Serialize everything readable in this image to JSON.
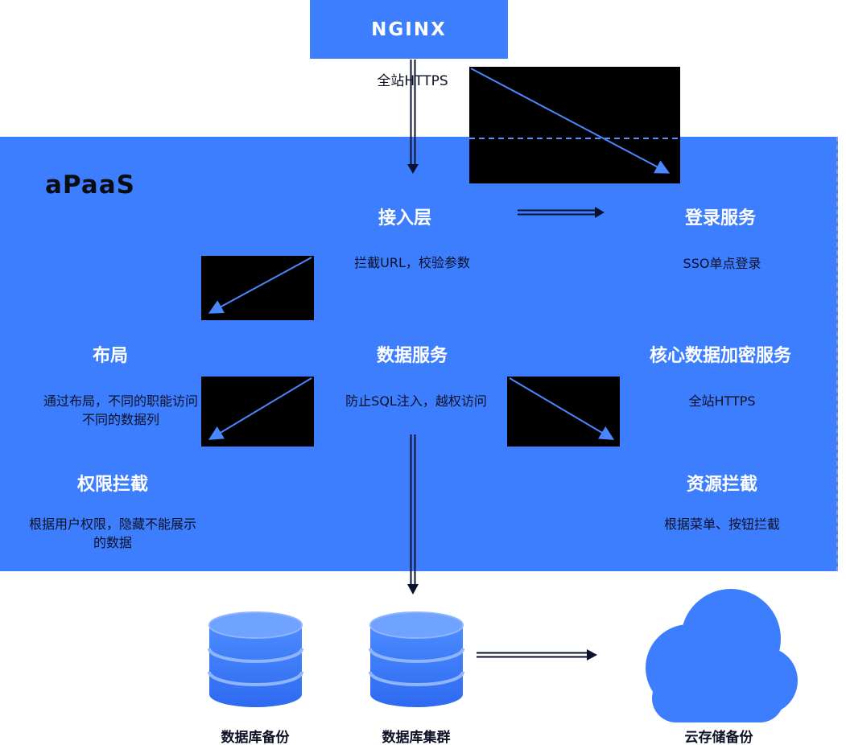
{
  "colors": {
    "primary_blue": "#3D7EFF",
    "dark_line": "#0B1230",
    "diagonal_blue": "#4A87FF",
    "heading_white": "#FFFFFF",
    "desc_dark": "#0D1126"
  },
  "top": {
    "nginx_label": "NGINX",
    "https_label": "全站HTTPS"
  },
  "panel": {
    "title": "aPaaS"
  },
  "nodes": {
    "access_layer": {
      "title": "接入层",
      "desc": "拦截URL，校验参数"
    },
    "login_service": {
      "title": "登录服务",
      "desc": "SSO单点登录"
    },
    "layout": {
      "title": "布局",
      "desc": "通过布局，不同的职能访问\n不同的数据列"
    },
    "data_service": {
      "title": "数据服务",
      "desc": "防止SQL注入，越权访问"
    },
    "core_encrypt": {
      "title": "核心数据加密服务",
      "desc": "全站HTTPS"
    },
    "permission_intercept": {
      "title": "权限拦截",
      "desc": "根据用户权限，隐藏不能展示\n的数据"
    },
    "resource_intercept": {
      "title": "资源拦截",
      "desc": "根据菜单、按钮拦截"
    }
  },
  "storage": {
    "db_backup_label": "数据库备份",
    "db_cluster_label": "数据库集群",
    "cloud_backup_label": "云存储备份"
  }
}
